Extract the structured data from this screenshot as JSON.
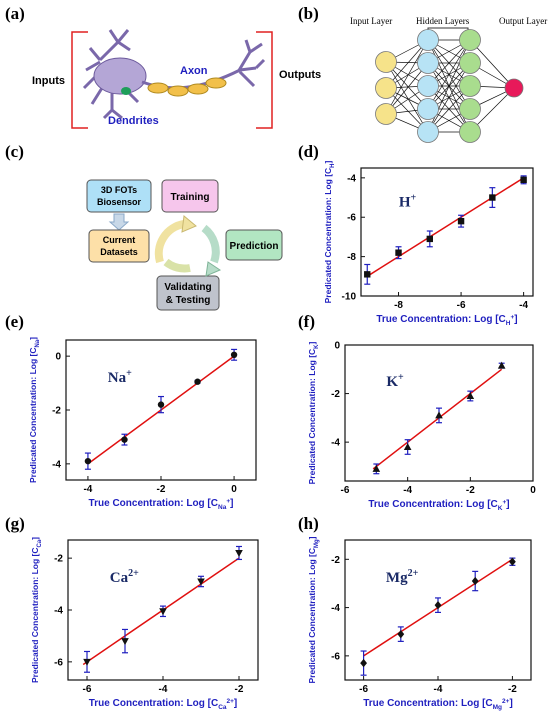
{
  "panels": {
    "a": {
      "label": "(a)",
      "inputs": "Inputs",
      "outputs": "Outputs",
      "axon": "Axon",
      "dendrites": "Dendrites"
    },
    "b": {
      "label": "(b)",
      "input_layer": "Input Layer",
      "hidden_layers": "Hidden Layers",
      "output_layer": "Output Layer"
    },
    "c": {
      "label": "(c)",
      "box_biosensor": [
        "3D FOTs",
        "Biosensor"
      ],
      "box_datasets": [
        "Current",
        "Datasets"
      ],
      "box_training": "Training",
      "box_prediction": "Prediction",
      "box_validating": [
        "Validating",
        "& Testing"
      ]
    },
    "d": {
      "label": "(d)"
    },
    "e": {
      "label": "(e)"
    },
    "f": {
      "label": "(f)"
    },
    "g": {
      "label": "(g)"
    },
    "h": {
      "label": "(h)"
    }
  },
  "colors": {
    "axis_label": "#1f1fbf",
    "fit_line": "#e01010",
    "error_bar": "#1f1fbf",
    "input_node": "#f6e38a",
    "hidden1_node": "#b7e3f5",
    "hidden2_node": "#a9dd8e",
    "output_node": "#e8195a"
  },
  "chart_data": [
    {
      "id": "d",
      "type": "scatter",
      "ion": "H",
      "ion_charge": "+",
      "ylabel": "Predicated Concentration: Log [C",
      "ylabel_sub": "H",
      "xlabel": "True Concentration: Log [C",
      "xlabel_sub": "H",
      "xlabel_sup": "+",
      "xlim": [
        -9.2,
        -3.7
      ],
      "ylim": [
        -10,
        -3.5
      ],
      "xticks": [
        -8,
        -6,
        -4
      ],
      "yticks": [
        -10,
        -8,
        -6,
        -4
      ],
      "x": [
        -9,
        -8,
        -7,
        -6,
        -5,
        -4
      ],
      "y": [
        -8.9,
        -7.8,
        -7.1,
        -6.2,
        -5.0,
        -4.1
      ],
      "err": [
        0.5,
        0.3,
        0.4,
        0.3,
        0.5,
        0.2
      ],
      "fit": [
        [
          -9,
          -9
        ],
        [
          -4,
          -4
        ]
      ],
      "marker": "square"
    },
    {
      "id": "e",
      "type": "scatter",
      "ion": "Na",
      "ion_charge": "+",
      "ylabel": "Predicated Concentration: Log [C",
      "ylabel_sub": "Na",
      "xlabel": "True Concentration: Log [C",
      "xlabel_sub": "Na",
      "xlabel_sup": "+",
      "xlim": [
        -4.6,
        0.6
      ],
      "ylim": [
        -4.6,
        0.6
      ],
      "xticks": [
        -4,
        -2,
        0
      ],
      "yticks": [
        -4,
        -2,
        0
      ],
      "x": [
        -4,
        -3,
        -2,
        -1,
        0
      ],
      "y": [
        -3.9,
        -3.1,
        -1.8,
        -0.95,
        0.05
      ],
      "err": [
        0.3,
        0.2,
        0.3,
        0.05,
        0.2
      ],
      "fit": [
        [
          -4,
          -4
        ],
        [
          0,
          0
        ]
      ],
      "marker": "circle"
    },
    {
      "id": "f",
      "type": "scatter",
      "ion": "K",
      "ion_charge": "+",
      "ylabel": "Predicated Concentration: Log [C",
      "ylabel_sub": "K",
      "xlabel": "True Concentration: Log [C",
      "xlabel_sub": "K",
      "xlabel_sup": "+",
      "xlim": [
        -6,
        0
      ],
      "ylim": [
        -5.6,
        0
      ],
      "xticks": [
        -6,
        -4,
        -2,
        0
      ],
      "yticks": [
        -4,
        -2,
        0
      ],
      "x": [
        -5,
        -4,
        -3,
        -2,
        -1
      ],
      "y": [
        -5.1,
        -4.2,
        -2.9,
        -2.1,
        -0.85
      ],
      "err": [
        0.2,
        0.3,
        0.3,
        0.2,
        0.1
      ],
      "fit": [
        [
          -5.1,
          -5.1
        ],
        [
          -1,
          -1
        ]
      ],
      "marker": "triangle-up"
    },
    {
      "id": "g",
      "type": "scatter",
      "ion": "Ca",
      "ion_charge": "2+",
      "ylabel": "Predicated Concentration: Log [C",
      "ylabel_sub": "Ca",
      "xlabel": "True Concentration: Log [C",
      "xlabel_sub": "Ca",
      "xlabel_sup": "2+",
      "xlim": [
        -6.5,
        -1.5
      ],
      "ylim": [
        -6.7,
        -1.3
      ],
      "xticks": [
        -6,
        -4,
        -2
      ],
      "yticks": [
        -6,
        -4,
        -2
      ],
      "x": [
        -6,
        -5,
        -4,
        -3,
        -2
      ],
      "y": [
        -6.0,
        -5.2,
        -4.05,
        -2.9,
        -1.8
      ],
      "err": [
        0.4,
        0.45,
        0.2,
        0.2,
        0.25
      ],
      "fit": [
        [
          -6.1,
          -6.1
        ],
        [
          -2,
          -2
        ]
      ],
      "marker": "triangle-down"
    },
    {
      "id": "h",
      "type": "scatter",
      "ion": "Mg",
      "ion_charge": "2+",
      "ylabel": "Predicated Concentration: Log [C",
      "ylabel_sub": "Mg",
      "xlabel": "True Concentration: Log [C",
      "xlabel_sub": "Mg",
      "xlabel_sup": "2+",
      "xlim": [
        -6.5,
        -1.5
      ],
      "ylim": [
        -7,
        -1.2
      ],
      "xticks": [
        -6,
        -4,
        -2
      ],
      "yticks": [
        -6,
        -4,
        -2
      ],
      "x": [
        -6,
        -5,
        -4,
        -3,
        -2
      ],
      "y": [
        -6.3,
        -5.1,
        -3.9,
        -2.9,
        -2.1
      ],
      "err": [
        0.5,
        0.3,
        0.3,
        0.4,
        0.15
      ],
      "fit": [
        [
          -6,
          -6
        ],
        [
          -2,
          -2
        ]
      ],
      "marker": "diamond"
    }
  ]
}
